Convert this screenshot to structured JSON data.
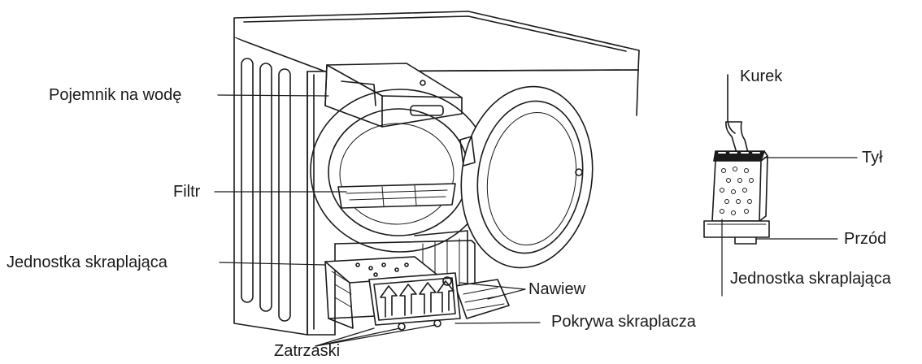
{
  "labels": {
    "water_container": "Pojemnik na wodę",
    "filter": "Filtr",
    "condenser_unit": "Jednostka skraplająca",
    "air_inlet": "Nawiew",
    "condenser_cover": "Pokrywa skraplacza",
    "latches": "Zatrzaski",
    "tap": "Kurek",
    "back": "Tył",
    "front": "Przód",
    "condenser_unit_detail": "Jednostka skraplająca"
  },
  "colors": {
    "line": "#1a1a1a",
    "fill": "#ffffff",
    "shade": "#d9d9d9"
  }
}
